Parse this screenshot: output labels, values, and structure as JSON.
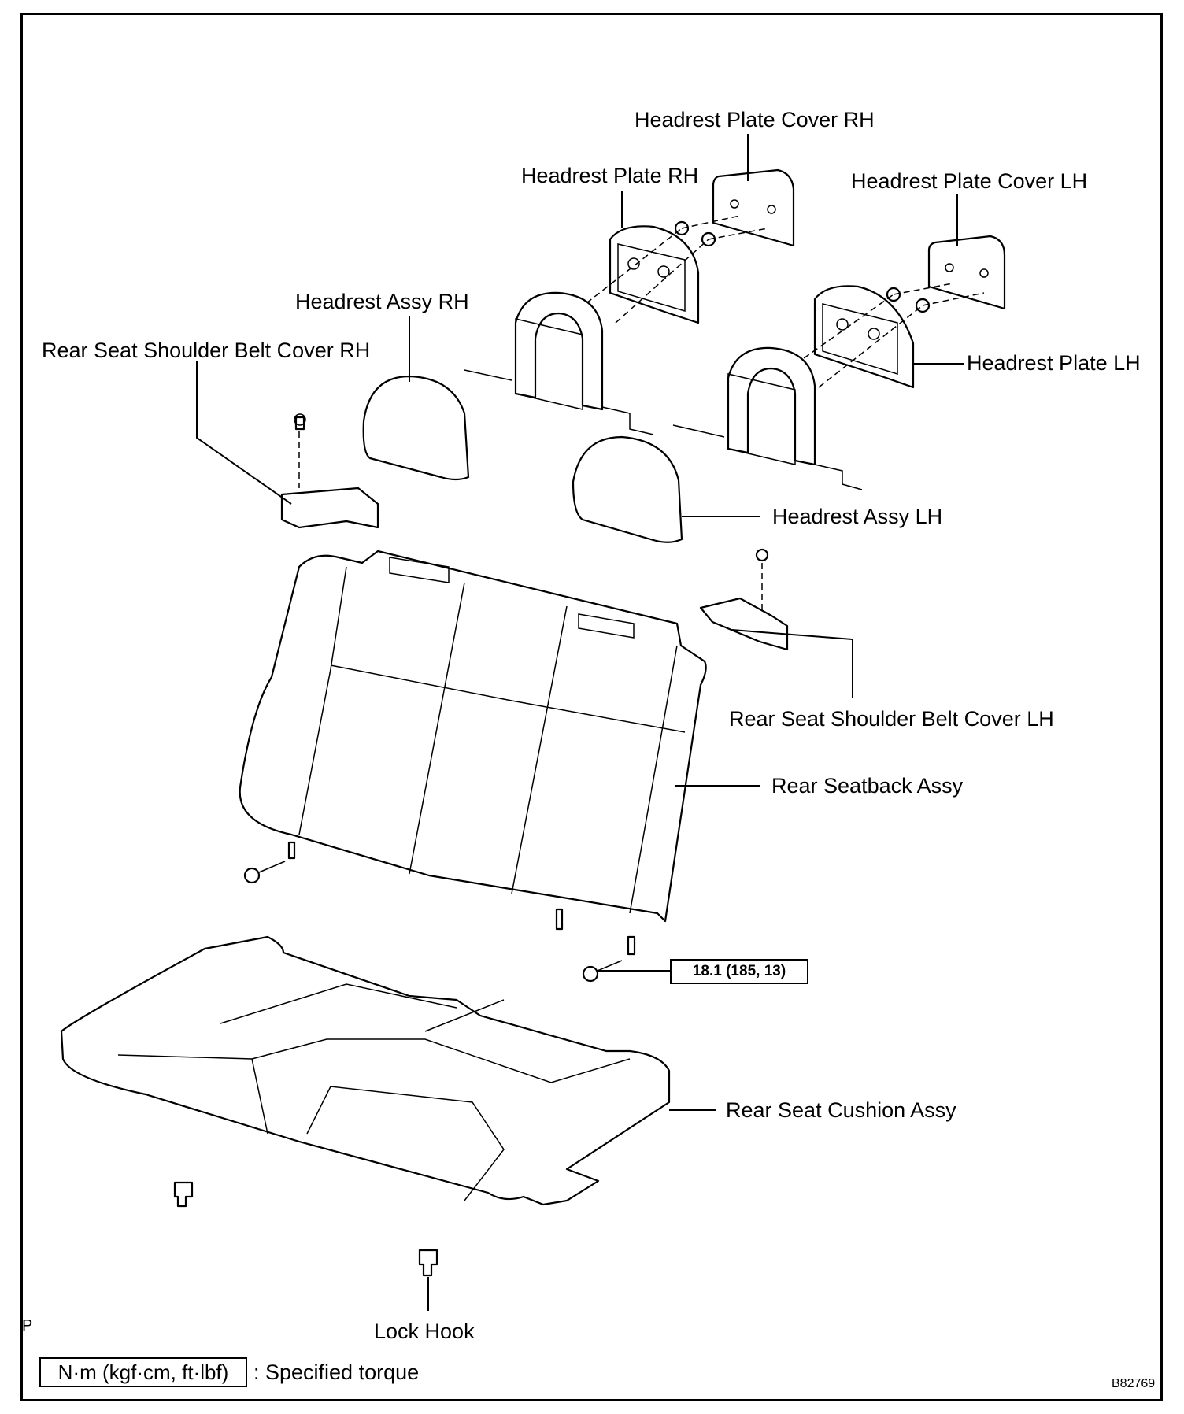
{
  "diagram": {
    "labels": {
      "headrest_plate_cover_rh": "Headrest Plate Cover RH",
      "headrest_plate_rh": "Headrest Plate RH",
      "headrest_plate_cover_lh": "Headrest Plate Cover LH",
      "headrest_assy_rh": "Headrest Assy RH",
      "rear_seat_shoulder_belt_cover_rh": "Rear Seat Shoulder Belt Cover RH",
      "headrest_plate_lh": "Headrest Plate LH",
      "headrest_assy_lh": "Headrest Assy LH",
      "rear_seat_shoulder_belt_cover_lh": "Rear Seat Shoulder Belt Cover LH",
      "rear_seatback_assy": "Rear Seatback Assy",
      "rear_seat_cushion_assy": "Rear Seat Cushion Assy",
      "lock_hook": "Lock Hook"
    },
    "torque_value": "18.1 (185, 13)",
    "legend": {
      "unit_box": "N·m (kgf·cm, ft·lbf)",
      "description": ": Specified torque"
    },
    "corner_mark": "P",
    "figure_code": "B82769"
  }
}
